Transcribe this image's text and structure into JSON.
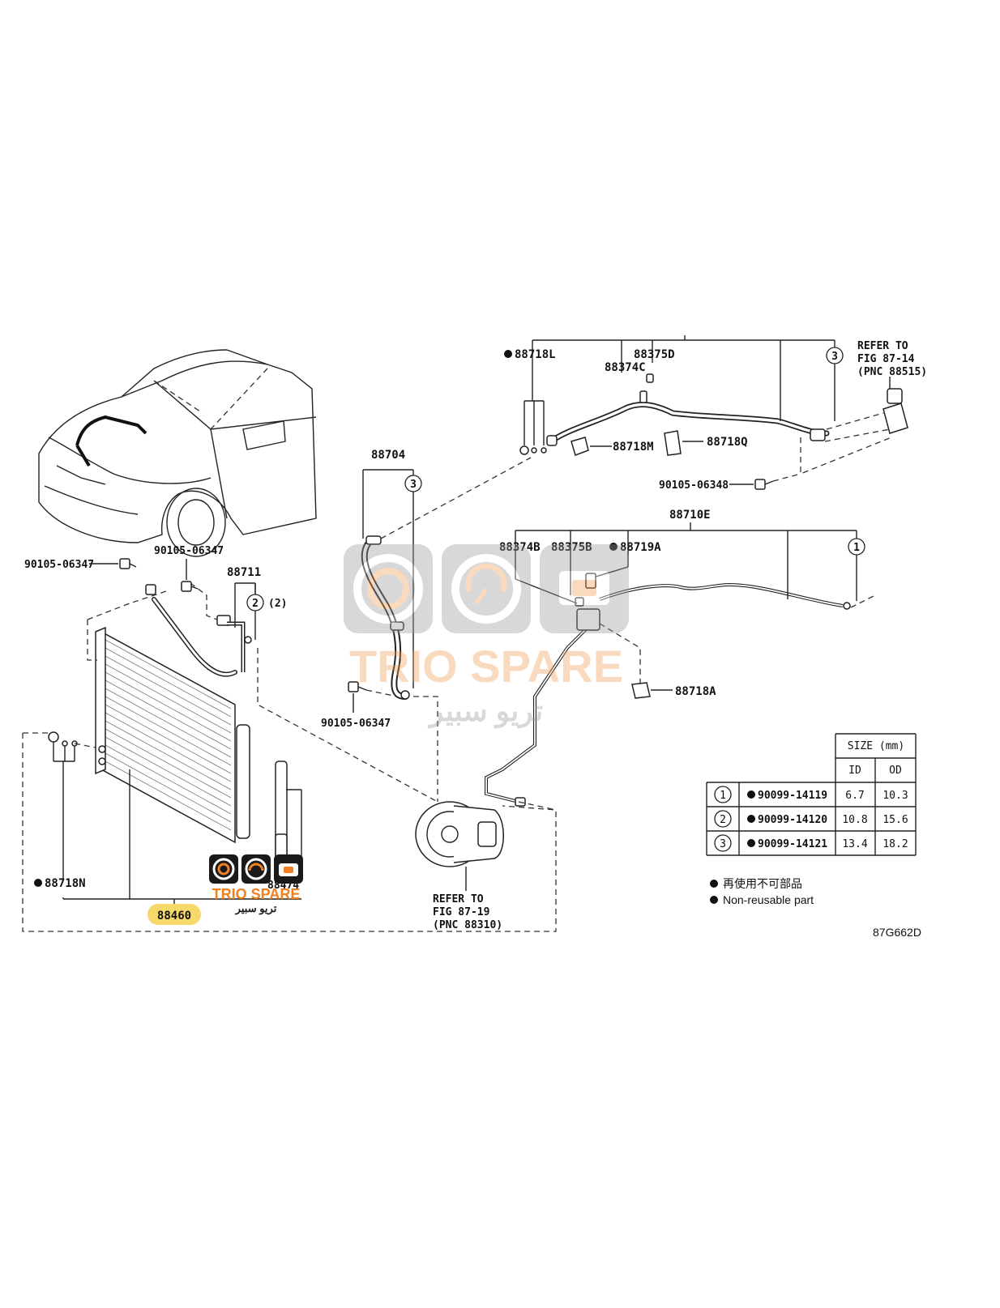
{
  "diagram_code": "87G662D",
  "refs": {
    "fig_87_14": [
      "REFER TO",
      "FIG 87-14",
      "(PNC 88515)"
    ],
    "fig_87_19": [
      "REFER TO",
      "FIG 87-19",
      "(PNC 88310)"
    ]
  },
  "parts": {
    "p88718L": "88718L",
    "p88375D": "88375D",
    "p88374C": "88374C",
    "p88718M": "88718M",
    "p88718Q": "88718Q",
    "p90105_06348": "90105-06348",
    "p88710E": "88710E",
    "p88374B": "88374B",
    "p88375B": "88375B",
    "p88719A": "88719A",
    "p88718A": "88718A",
    "p88704": "88704",
    "p90105_06347_mid": "90105-06347",
    "p90105_06347_left": "90105-06347",
    "p90105_06347_upper": "90105-06347",
    "p88711": "88711",
    "p88711_note": "(2)",
    "p88718N": "88718N",
    "p88460": "88460",
    "p88474": "88474"
  },
  "callouts": {
    "c1": "1",
    "c2": "2",
    "c3": "3"
  },
  "size_table": {
    "header": "SIZE (mm)",
    "col_id": "ID",
    "col_od": "OD",
    "rows": [
      {
        "num": "1",
        "part": "90099-14119",
        "id": "6.7",
        "od": "10.3"
      },
      {
        "num": "2",
        "part": "90099-14120",
        "id": "10.8",
        "od": "15.6"
      },
      {
        "num": "3",
        "part": "90099-14121",
        "id": "13.4",
        "od": "18.2"
      }
    ]
  },
  "legend": {
    "jp": "再使用不可部品",
    "en": "Non-reusable part"
  },
  "watermark": {
    "brand": "TRIO SPARE",
    "arabic": "تريو سبير"
  },
  "colors": {
    "highlight": "#f6d96a",
    "watermark_orange": "#f2a05a",
    "watermark_gray": "#9a9a9a",
    "logo_orange": "#f08020"
  }
}
